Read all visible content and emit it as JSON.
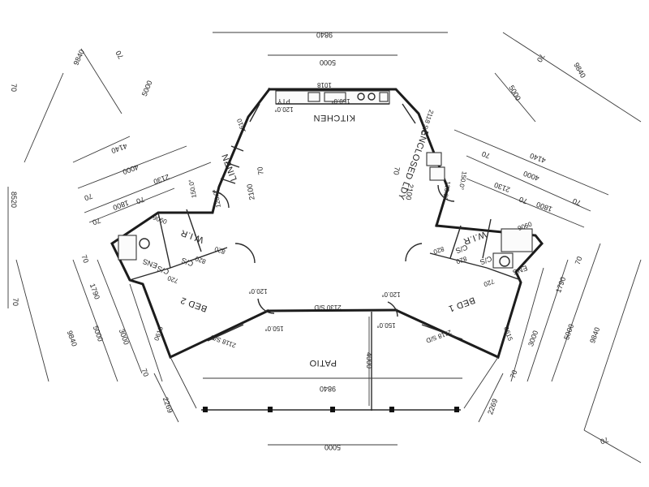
{
  "rooms": {
    "kitchen": "KITCHEN",
    "enclosed_ldy": "ENCLOSED LDY",
    "linen": "LINEN",
    "bed1": "BED 1",
    "bed2": "BED 2",
    "patio": "PATIO",
    "wir_left": "W.I.R",
    "wir_right": "W.I.R",
    "ens_left": "ENS",
    "ens_right": "ENS",
    "cs_left_a": "C/S",
    "cs_left_b": "C/S",
    "cs_right_a": "C/S",
    "cs_right_b": "C/S",
    "pty": "PTY"
  },
  "openings": {
    "kitchen_width": "1018",
    "linen_door": "1610",
    "ldy_door": "2118 S/D",
    "bed2_door": "2118 S/D",
    "bed1_door": "2118 S/D",
    "patio_door": "2130 S/D",
    "bed2_ens_wall": "820",
    "bed1_ens_wall": "820",
    "bed2_ens_door": "720",
    "bed1_ens_door": "720",
    "bed2_wir": "820",
    "bed1_wir": "820",
    "ens_left_width": "0906",
    "ens_right_width": "0906",
    "bed2_window": "0615",
    "bed1_window": "0615"
  },
  "angles": {
    "a1": "120.0°",
    "a2": "150.0°",
    "a3": "120.0°",
    "a4": "150.0°",
    "a5": "120.0°",
    "a6": "150.0°",
    "a7": "120.0°",
    "a8": "150.0°",
    "a9": "120.0°",
    "a10": "150.0°"
  },
  "dimensions": {
    "top_overall": "9840",
    "top_inner": "5000",
    "bottom_inner": "5000",
    "patio_overall": "9840",
    "patio_depth": "4000",
    "left_top_a": "9840",
    "left_top_b": "5000",
    "left_top_c": "4140",
    "left_top_d": "4000",
    "left_top_e": "2130",
    "left_top_f": "1800",
    "left_top_g": "70",
    "left_top_h": "70",
    "left_top_i": "70",
    "left_top_j": "70",
    "right_top_a": "9840",
    "right_top_b": "5000",
    "right_top_c": "4140",
    "right_top_d": "4000",
    "right_top_e": "2130",
    "right_top_f": "1800",
    "right_top_g": "70",
    "right_top_h": "70",
    "right_top_i": "70",
    "right_top_j": "70",
    "left_side": "8520",
    "left_side_70a": "70",
    "left_side_70b": "70",
    "left_bottom_a": "9840",
    "left_bottom_b": "5000",
    "left_bottom_c": "3000",
    "left_bottom_d": "1790",
    "left_bottom_e": "2269",
    "left_bottom_f": "70",
    "left_bottom_g": "70",
    "right_bottom_a": "9840",
    "right_bottom_b": "5000",
    "right_bottom_c": "3000",
    "right_bottom_d": "1790",
    "right_bottom_e": "2269",
    "right_bottom_f": "70",
    "right_bottom_g": "70",
    "ldy_inner": "2100",
    "linen_inner": "2100",
    "ldy_small": "70",
    "linen_small": "70",
    "bottom_corner_70": "70"
  }
}
